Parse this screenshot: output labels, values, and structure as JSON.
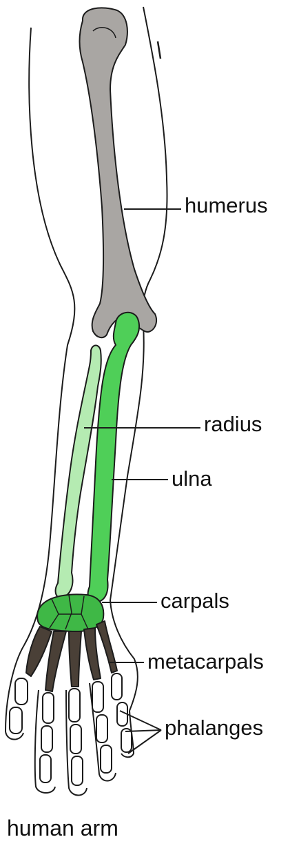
{
  "labels": {
    "humerus": "humerus",
    "radius": "radius",
    "ulna": "ulna",
    "carpals": "carpals",
    "metacarpals": "metacarpals",
    "phalanges": "phalanges"
  },
  "caption": "human arm",
  "colors": {
    "humerus": "#a9a6a3",
    "ulna": "#4fcf58",
    "radius": "#b5ebb2",
    "carpals": "#3fb846",
    "metacarpals": "#4a4037",
    "phalanges": "#ffffff",
    "outline": "#1c1c1c"
  }
}
